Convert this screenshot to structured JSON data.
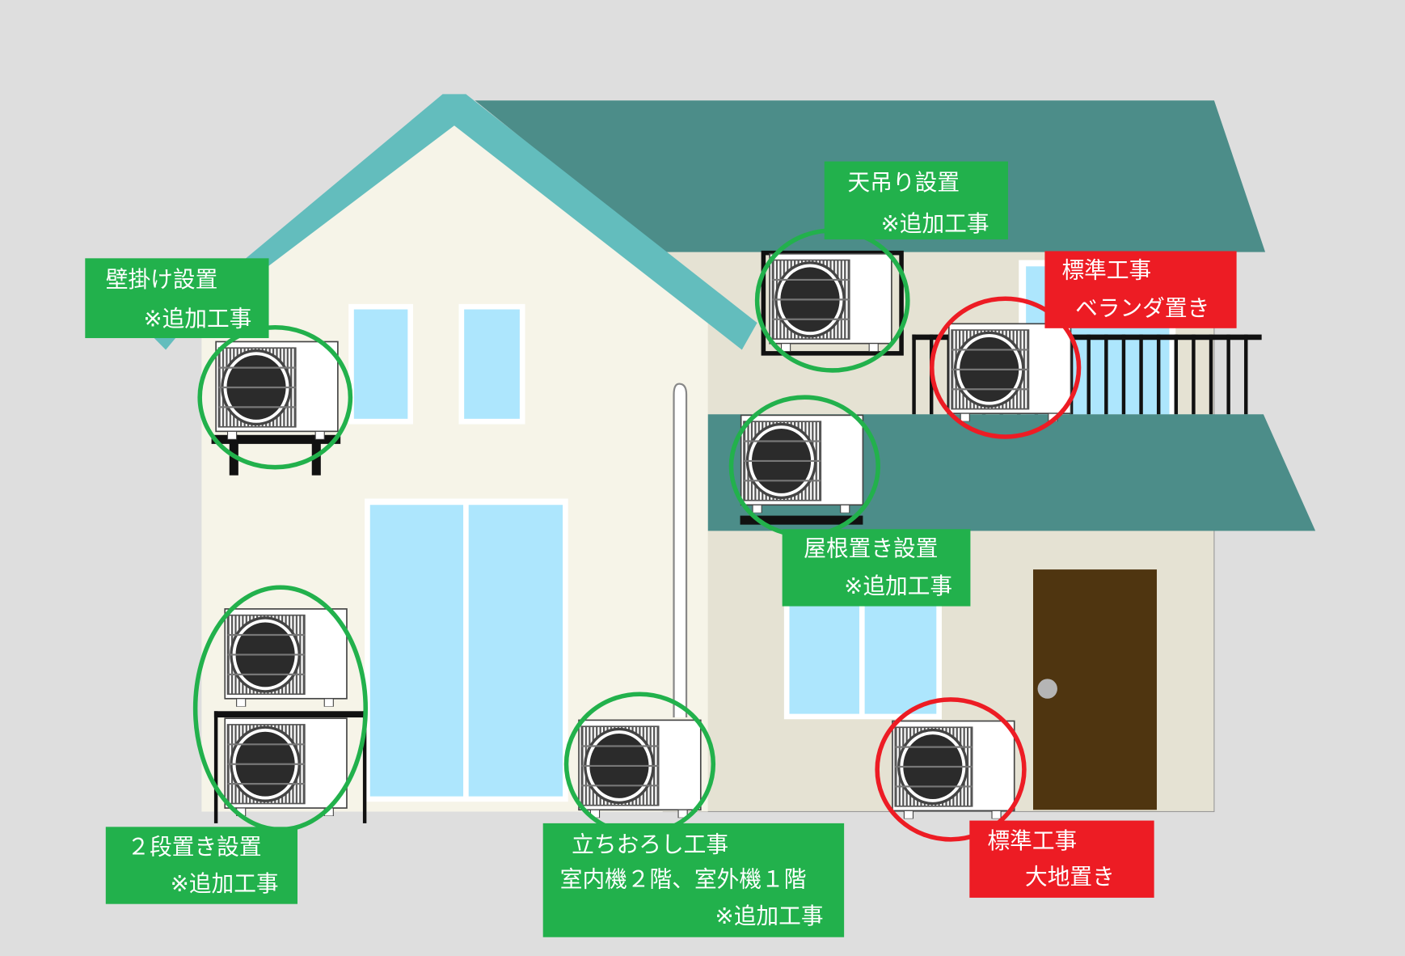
{
  "colors": {
    "background": "#dedede",
    "ok_green": "#22b14c",
    "standard_red": "#ed1c24",
    "roof_light": "#63bdbd",
    "roof_dark": "#4c8d89",
    "wall_left": "#f6f4e8",
    "wall_right": "#e5e2d3",
    "glass": "#ade6fd",
    "door": "#4f3510"
  },
  "labels": {
    "wall": {
      "title": "壁掛け設置",
      "note": "※追加工事"
    },
    "ceiling": {
      "title": "天吊り設置",
      "note": "※追加工事"
    },
    "veranda": {
      "title": "標準工事",
      "note": "ベランダ置き"
    },
    "roof": {
      "title": "屋根置き設置",
      "note": "※追加工事"
    },
    "stacked": {
      "title": "２段置き設置",
      "note": "※追加工事"
    },
    "pipe_down": {
      "title": "立ちおろし工事",
      "detail": "室内機２階、室外機１階",
      "note": "※追加工事"
    },
    "ground": {
      "title": "標準工事",
      "note": "大地置き"
    }
  }
}
